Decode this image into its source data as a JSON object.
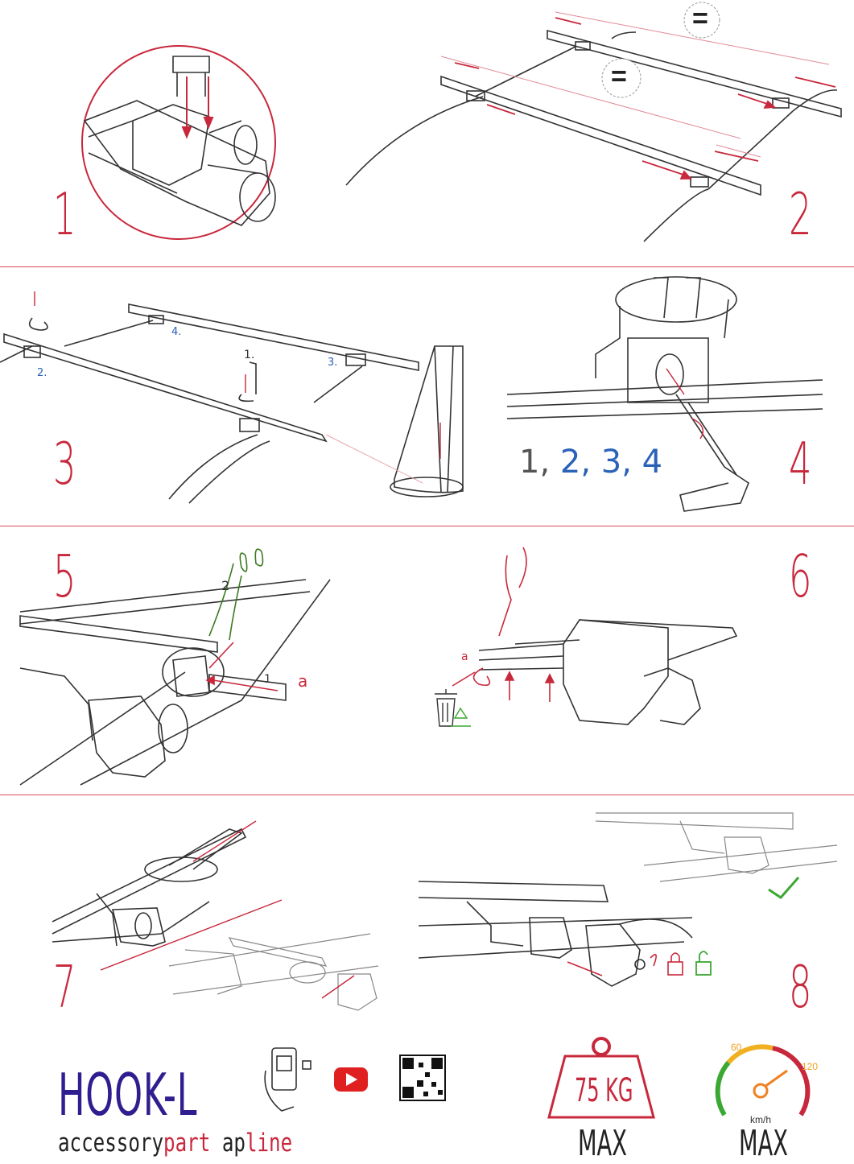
{
  "steps": {
    "s1": "1",
    "s2": "2",
    "s3": "3",
    "s4": "4",
    "s5": "5",
    "s6": "6",
    "s7": "7",
    "s8": "8"
  },
  "step2": {
    "equal_mark": "="
  },
  "step3": {
    "labels": [
      "1.",
      "2.",
      "3.",
      "4."
    ]
  },
  "step4": {
    "order_first": "1,",
    "order_rest": " 2, 3, 4"
  },
  "step5": {
    "label_1": "1",
    "label_2": "2",
    "label_a": "a"
  },
  "step6": {
    "label_a": "a"
  },
  "footer": {
    "brand": "HOOK-L",
    "tagline_dark_1": "accessory",
    "tagline_red_1": "part",
    "tagline_dark_2": " ap",
    "tagline_red_2": "line",
    "weight": "75 KG",
    "weight_max": "MAX",
    "speed_min": "60",
    "speed_max": "120",
    "speed_unit": "km/h",
    "speed_max_label": "MAX"
  },
  "colors": {
    "accent_red": "#c8283c",
    "accent_blue": "#2a62b8",
    "brand_indigo": "#2f1e8f",
    "ok_green": "#3aa832"
  }
}
